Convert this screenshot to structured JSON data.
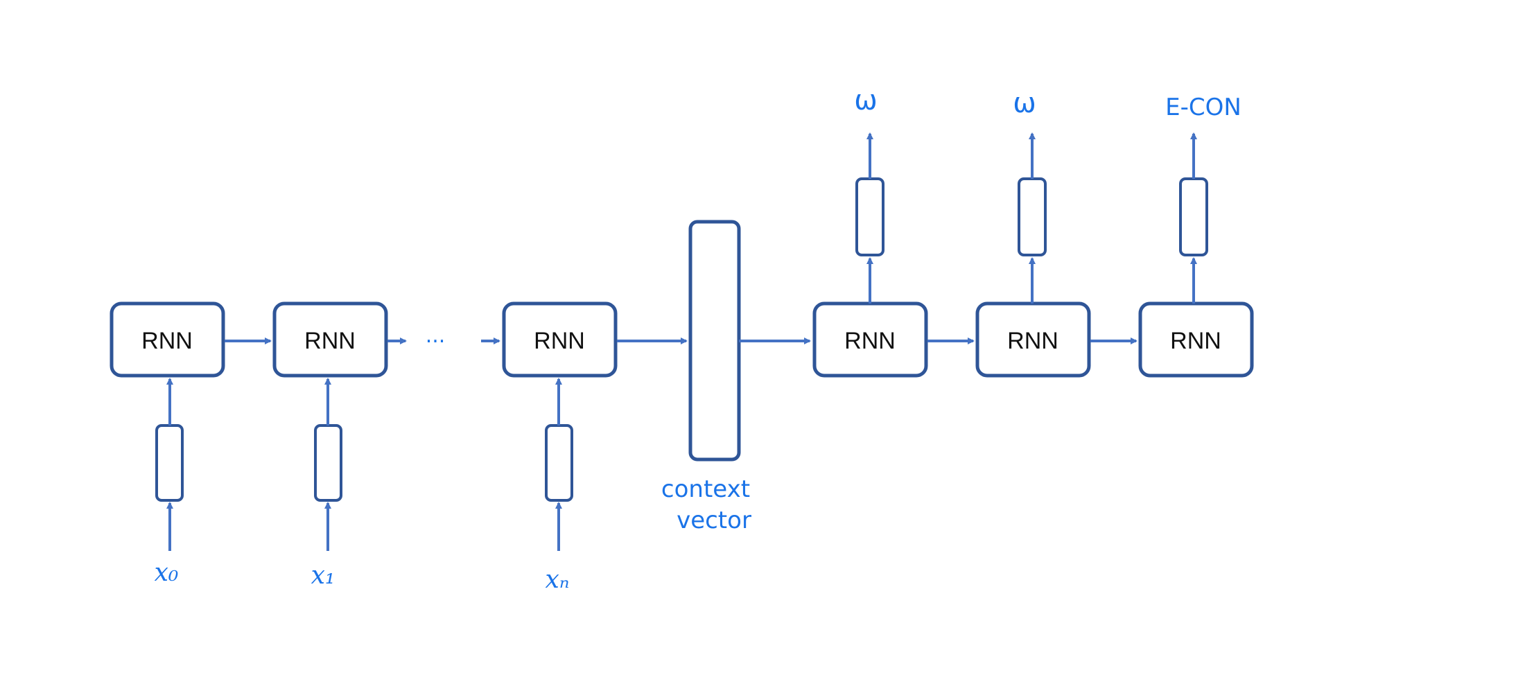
{
  "colors": {
    "box_stroke": "#2f5597",
    "arrow": "#4472c4",
    "handwriting": "#1a73e8",
    "text": "#111111"
  },
  "encoder": {
    "cells": [
      {
        "label": "RNN",
        "input_label": "x₀"
      },
      {
        "label": "RNN",
        "input_label": "x₁"
      },
      {
        "label": "RNN",
        "input_label": "xₙ"
      }
    ],
    "ellipsis": "..."
  },
  "context": {
    "label_line1": "context",
    "label_line2": "vector"
  },
  "decoder": {
    "cells": [
      {
        "label": "RNN",
        "output_label": "ω"
      },
      {
        "label": "RNN",
        "output_label": "ω"
      },
      {
        "label": "RNN",
        "output_label": "E-CON"
      }
    ]
  }
}
